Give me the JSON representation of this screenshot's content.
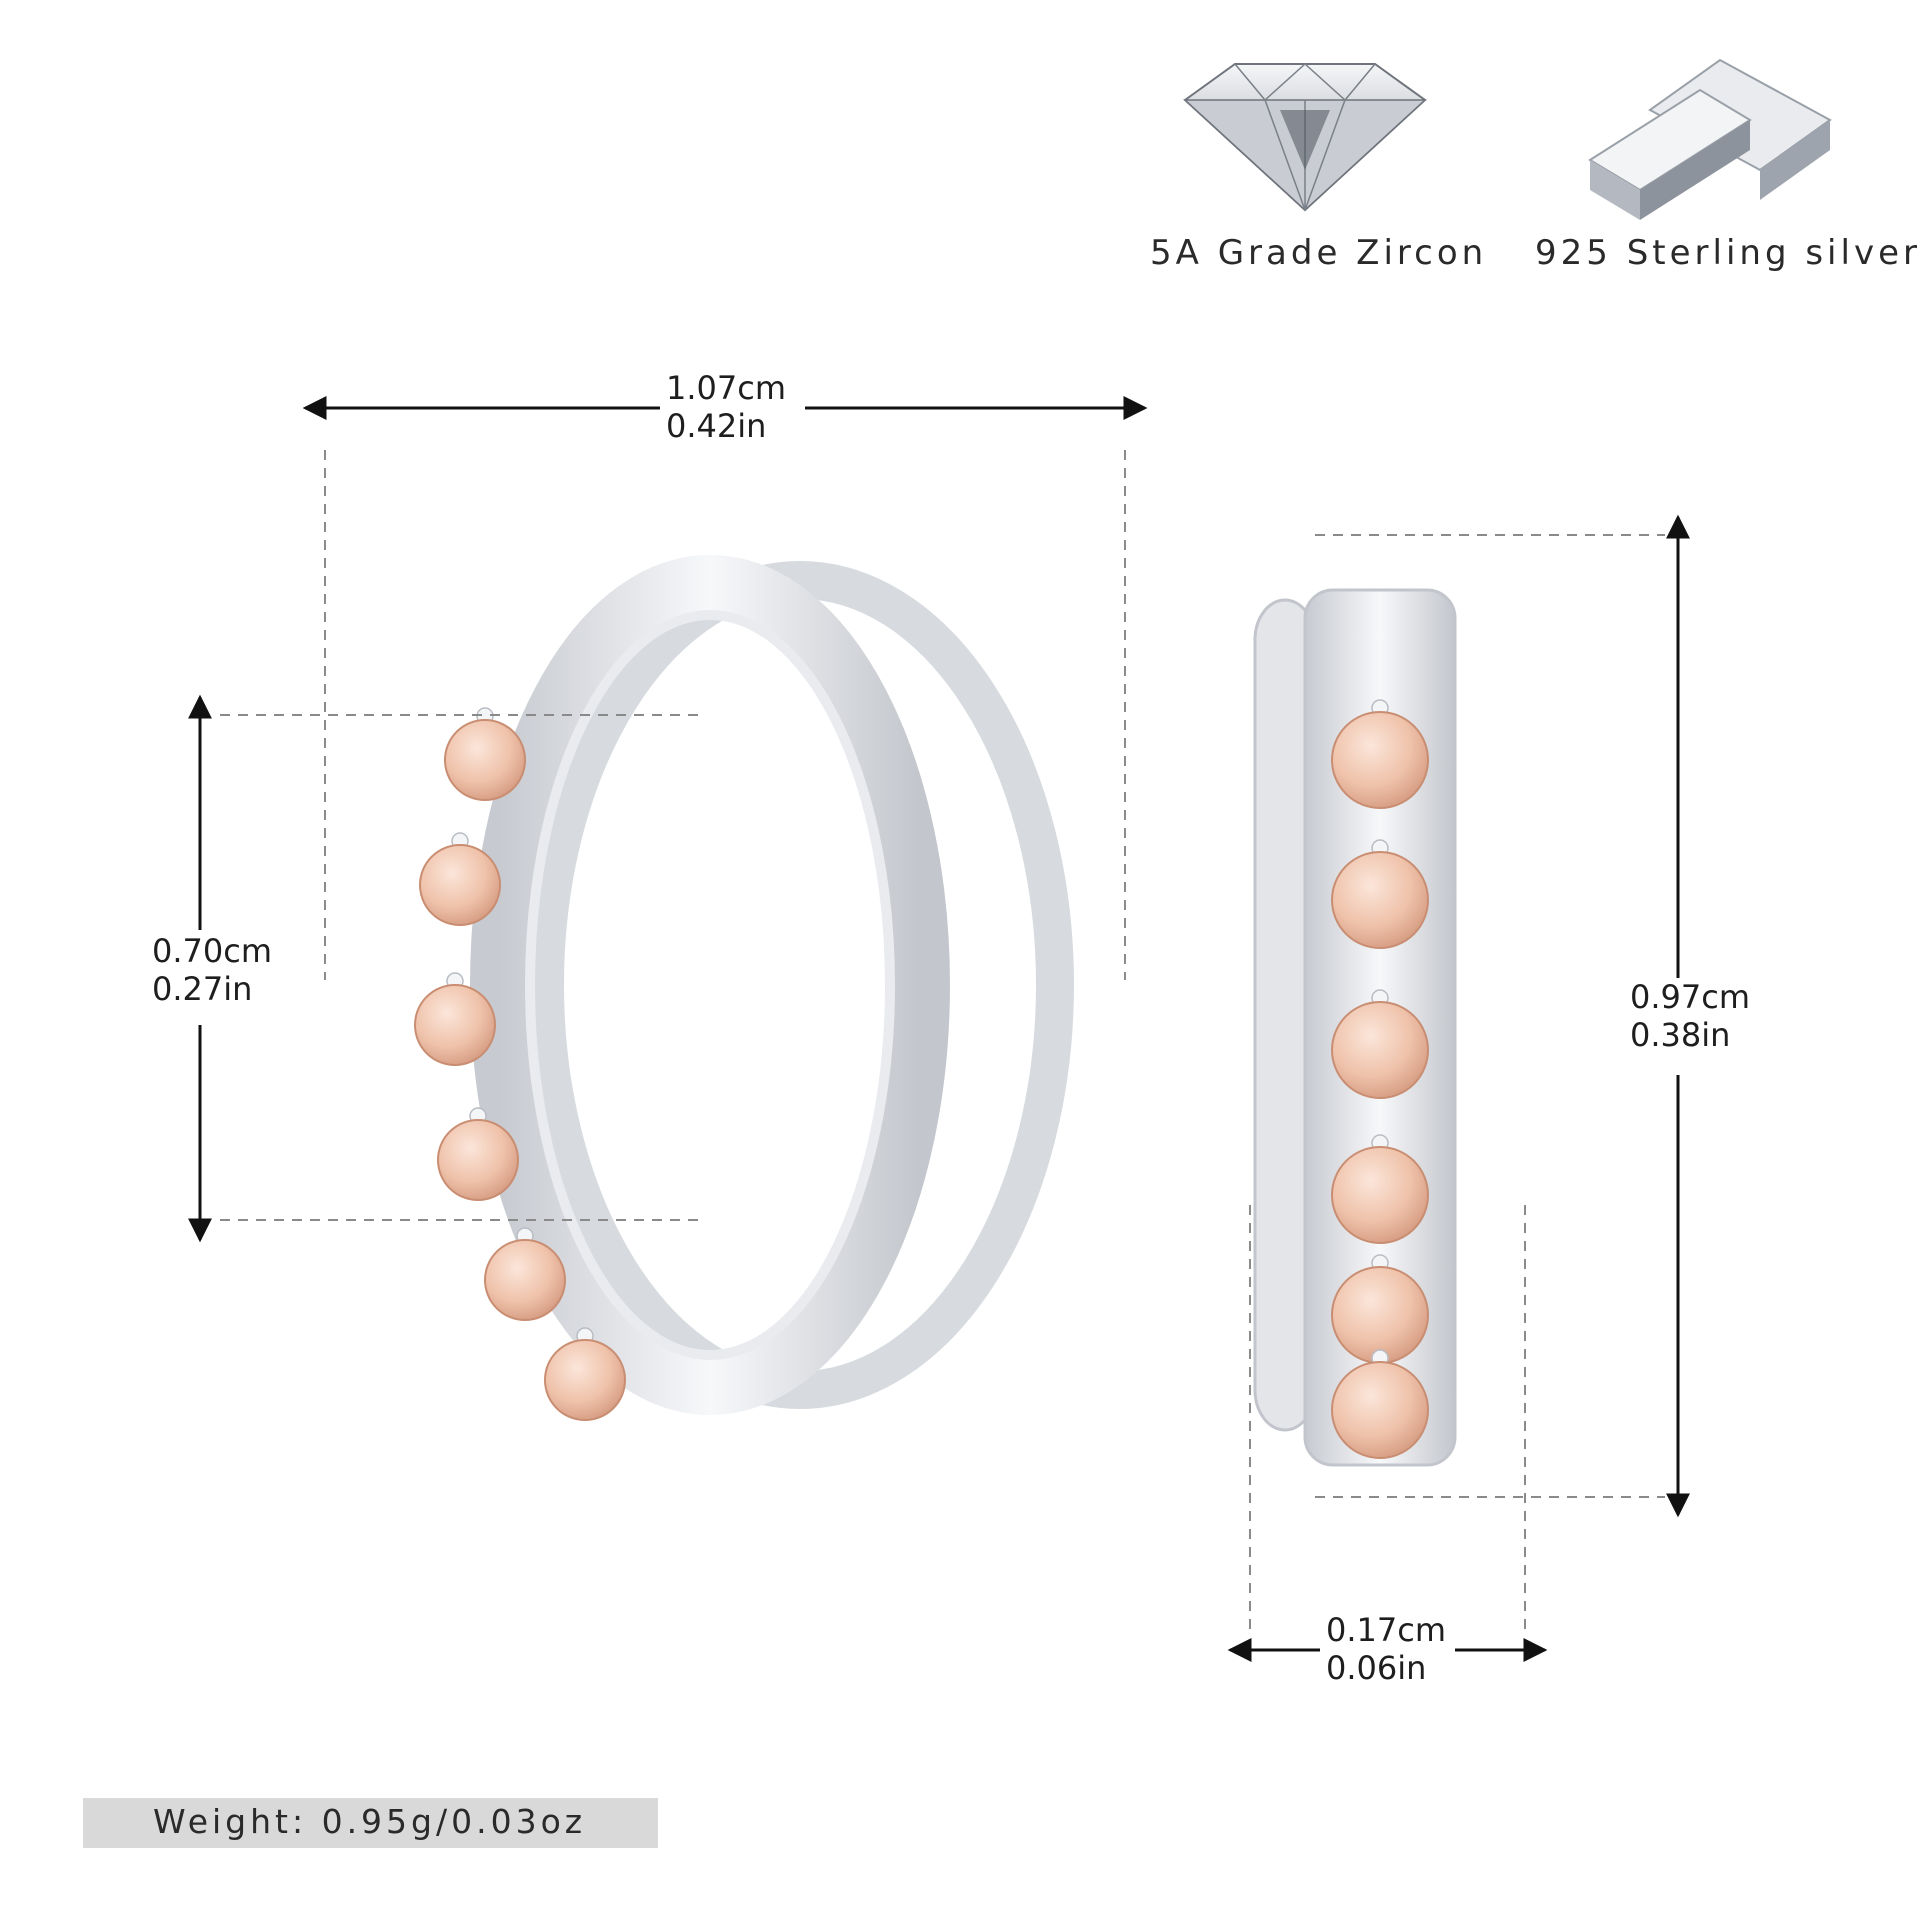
{
  "badges": {
    "zircon": {
      "label": "5A Grade Zircon",
      "icon": "diamond-icon"
    },
    "silver": {
      "label": "925 Sterling silver",
      "icon": "silver-bar-icon"
    }
  },
  "dimensions": {
    "width": {
      "cm": "1.07cm",
      "in": "0.42in"
    },
    "stone_band": {
      "cm": "0.70cm",
      "in": "0.27in"
    },
    "height": {
      "cm": "0.97cm",
      "in": "0.38in"
    },
    "thickness": {
      "cm": "0.17cm",
      "in": "0.06in"
    }
  },
  "weight": {
    "text": "Weight:  0.95g/0.03oz"
  },
  "colors": {
    "silver": "#e6e8ec",
    "stone": "#efc2aa",
    "weight_bar": "#d9d9d9"
  }
}
